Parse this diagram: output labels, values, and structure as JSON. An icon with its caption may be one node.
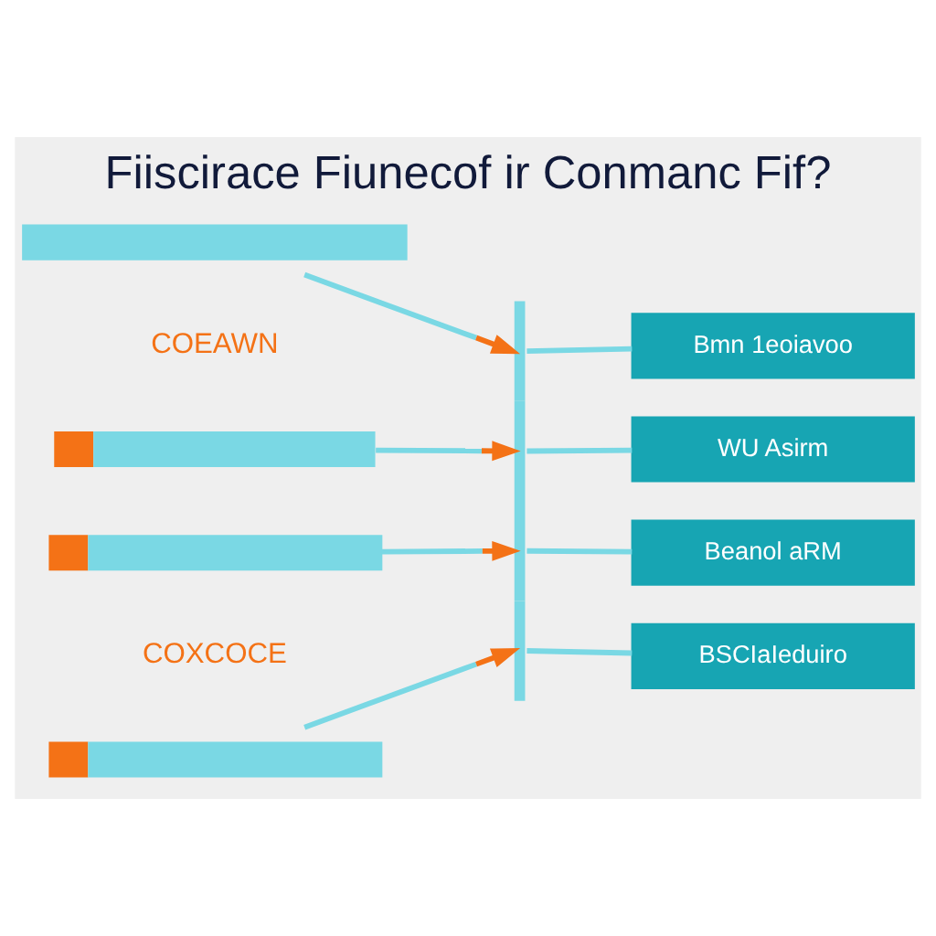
{
  "diagram": {
    "title": "Fiiscirace Fiunecof ir Conmanc Fif?",
    "nodes": [
      {
        "text": [],
        "shape": "bar"
      },
      {
        "text": [],
        "shape": "bar"
      },
      {
        "text": [],
        "shape": "bar"
      },
      {
        "text": [],
        "shape": "bar"
      },
      {
        "text": [],
        "shape": "bar"
      },
      {
        "text": [
          "Bmn 1eoiavoo"
        ]
      },
      {
        "text": [
          "WU Asirm"
        ]
      },
      {
        "text": [
          "Beanol aRM"
        ]
      },
      {
        "text": [
          "BSCIaIeduiro"
        ]
      }
    ],
    "edges": [
      {
        "from": 0,
        "to": 4,
        "arrow": "to"
      },
      {
        "from": 1,
        "to": 4,
        "arrow": "to"
      },
      {
        "from": 2,
        "to": 4,
        "arrow": "to"
      },
      {
        "from": 3,
        "to": 4,
        "arrow": "to"
      },
      {
        "from": 4,
        "to": 5,
        "arrow": "none"
      },
      {
        "from": 4,
        "to": 6,
        "arrow": "none"
      },
      {
        "from": 4,
        "to": 7,
        "arrow": "none"
      },
      {
        "from": 4,
        "to": 8,
        "arrow": "none"
      }
    ],
    "labels": [
      "COEAWN",
      "COXCOCE"
    ]
  }
}
